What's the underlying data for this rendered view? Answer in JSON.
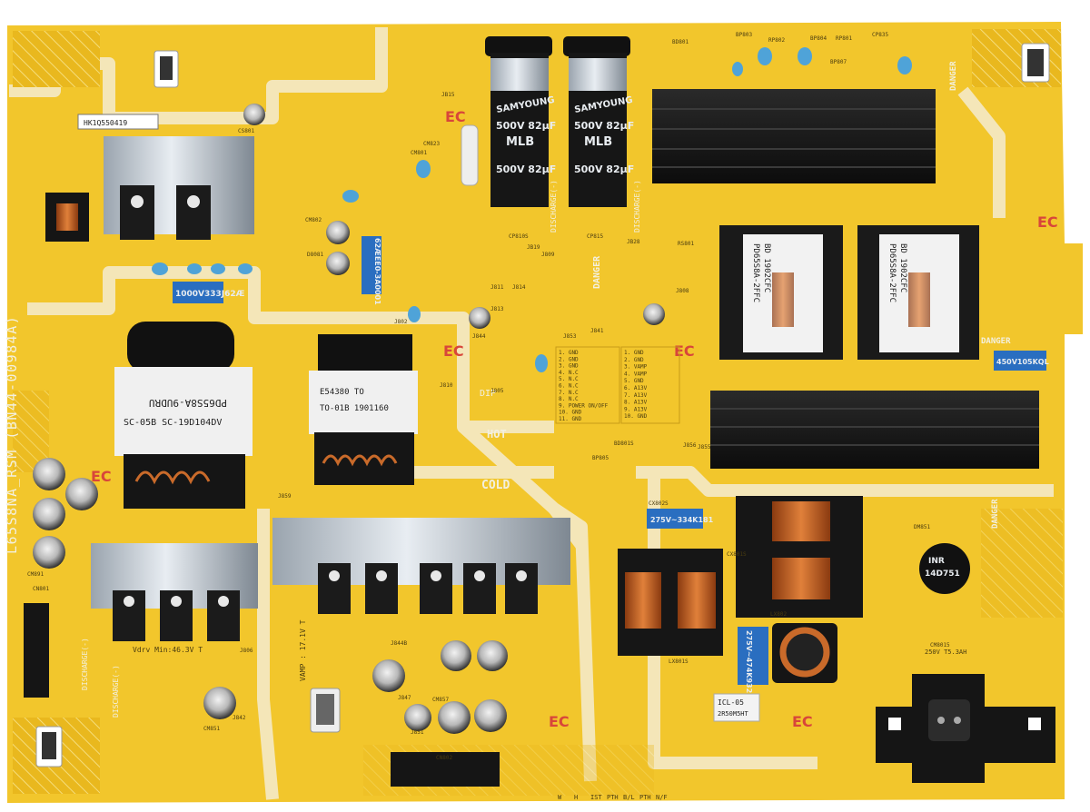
{
  "board_code": "L65S8NA_RSM (BN44-00984A)",
  "model_sticker": "HK1Q550419",
  "bulk_caps": {
    "brand": "SAMYOUNG",
    "rating": "500V 82µF",
    "series": "MLB"
  },
  "transformers": {
    "left_main": [
      "PD65S8A-9UDRU",
      "SC-05B SC-19D104DV"
    ],
    "center_standby": [
      "E54380 TO",
      "TO-01B 1901160"
    ],
    "right_a": [
      "PD65S8A-2FFC",
      "BD 1902CFC"
    ],
    "right_b": [
      "PD65S8A-2FFC",
      "BD 1902CFC"
    ]
  },
  "film_caps": {
    "small_a": "62ÆEE0-3A0001",
    "small_b": "1000V333J62Æ",
    "x_cap_top": "275V~334K181",
    "x_cap_bottom": "275V~474K932",
    "y_cap_right": "450V105KQL"
  },
  "ntc_thermistor": {
    "brand": "INR",
    "code": "14D751"
  },
  "fuse": "250V T5.3AH",
  "ict_label": "ICL-05",
  "ict_label2": "2R50M5HT",
  "zones": {
    "hot": "HOT",
    "cold": "COLD",
    "dip": "DIP"
  },
  "danger": "DANGER",
  "discharge": "DISCHARGE(-)",
  "vdrv_note": "Vdrv Min:46.3V T",
  "vamp_note": "VAMP : 17.1V T",
  "ec_mark": "EC",
  "pin_table_left": [
    "1. GND",
    "2. GND",
    "3. GND",
    "4. N.C",
    "5. N.C",
    "6. N.C",
    "7. N.C",
    "8. N.C",
    "9. POWER ON/OFF",
    "10. GND",
    "11. GND"
  ],
  "pin_table_right": [
    "1. GND",
    "2. GND",
    "3. VAMP",
    "4. VAMP",
    "5. GND",
    "6. A13V",
    "7. A13V",
    "8. A13V",
    "9. A13V",
    "10. GND"
  ],
  "connector_header": [
    "W",
    "H",
    "IST",
    "PTH",
    "B/L",
    "PTH",
    "N/F"
  ],
  "ref_labels": [
    "CM801",
    "CM802",
    "CM823",
    "JB15",
    "CS801",
    "J802",
    "J805",
    "JB19",
    "J809",
    "JB28",
    "CP810S",
    "CP815",
    "BD801",
    "RP801",
    "RP802",
    "BP803",
    "BP804",
    "CP835",
    "BP807",
    "J808",
    "J810",
    "J811",
    "J813",
    "J814",
    "J841",
    "J844",
    "J853",
    "J855",
    "J856",
    "J859",
    "CX802S",
    "CX801S",
    "LX801S",
    "LX802",
    "BD801S",
    "CM891",
    "CM8015",
    "D8081",
    "RS801",
    "BP805",
    "J806",
    "J842",
    "J844B",
    "CM851",
    "CN801",
    "CN802",
    "CM857",
    "J847",
    "J851",
    "DM851"
  ]
}
